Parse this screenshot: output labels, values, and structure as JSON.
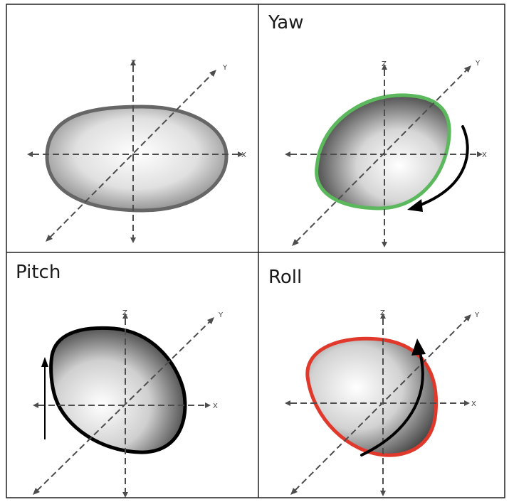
{
  "panels": [
    {
      "id": "neutral",
      "title": "",
      "outline_color": "#666666"
    },
    {
      "id": "yaw",
      "title": "Yaw",
      "outline_color": "#5cb85c"
    },
    {
      "id": "pitch",
      "title": "Pitch",
      "outline_color": "#000000"
    },
    {
      "id": "roll",
      "title": "Roll",
      "outline_color": "#e0392b"
    }
  ],
  "axes": {
    "x": "X",
    "y": "Y",
    "z": "Z"
  },
  "colors": {
    "axis": "#4d4d4d",
    "border": "#222222",
    "arrow": "#000000"
  }
}
